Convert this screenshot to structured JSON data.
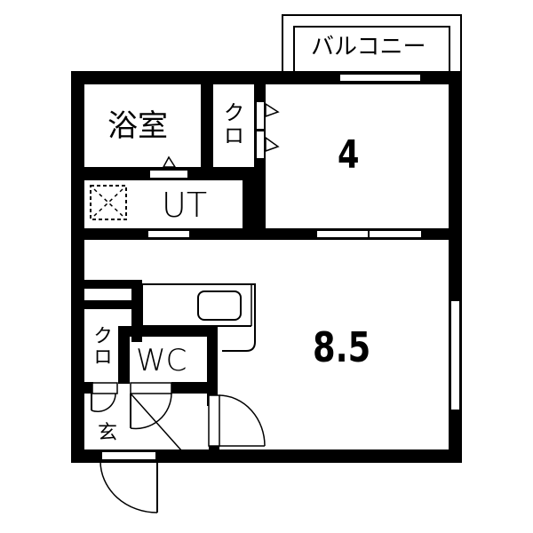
{
  "floorplan": {
    "balcony": {
      "label": "バルコニー"
    },
    "rooms": {
      "bathroom": {
        "label": "浴室"
      },
      "closet_top": {
        "label": "クロ"
      },
      "utility": {
        "label": "UT"
      },
      "bedroom_small": {
        "label": "4"
      },
      "main_room": {
        "label": "8.5"
      },
      "closet_bottom": {
        "label": "クロ"
      },
      "toilet": {
        "label": "WC"
      },
      "entrance": {
        "label": "玄"
      }
    },
    "icons": {
      "washer_space": "dashed-square-x",
      "kitchen_sink": "rounded-rect",
      "door_swing": "quarter-arc"
    },
    "colors": {
      "wall": "#000000",
      "background": "#ffffff"
    }
  }
}
